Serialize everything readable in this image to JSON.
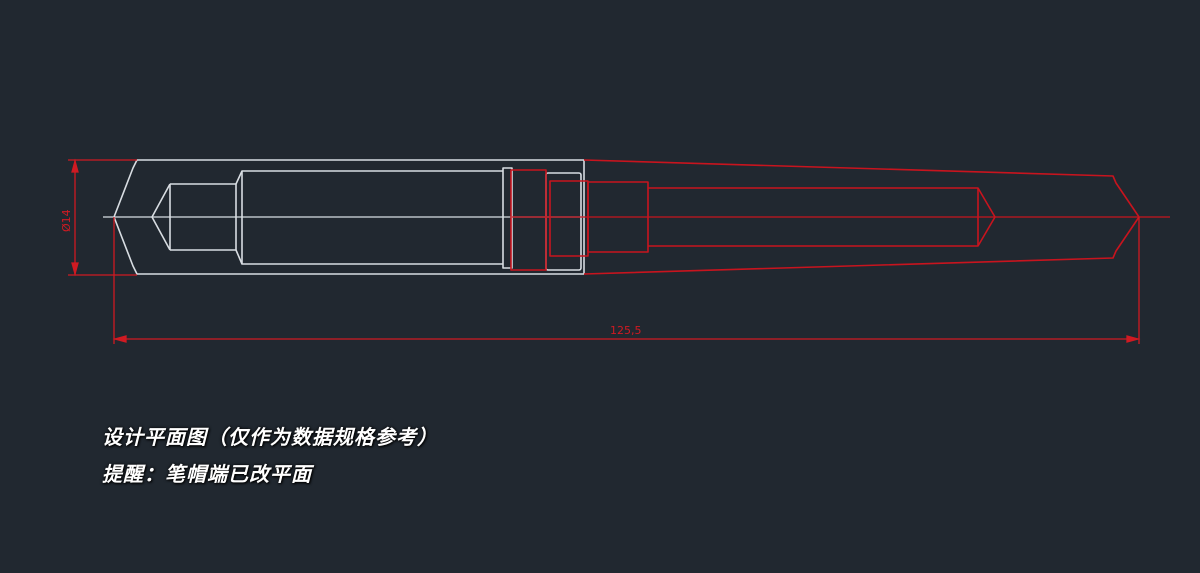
{
  "drawing": {
    "background": "#212830",
    "colors": {
      "cap_lines": "#d8dde2",
      "body_lines": "#c8141e",
      "dimension": "#d01a22"
    },
    "dimensions": {
      "diameter_label": "Ø14",
      "length_label": "125,5"
    }
  },
  "captions": {
    "title": "设计平面图（仅作为数据规格参考）",
    "note": "提醒：笔帽端已改平面"
  }
}
